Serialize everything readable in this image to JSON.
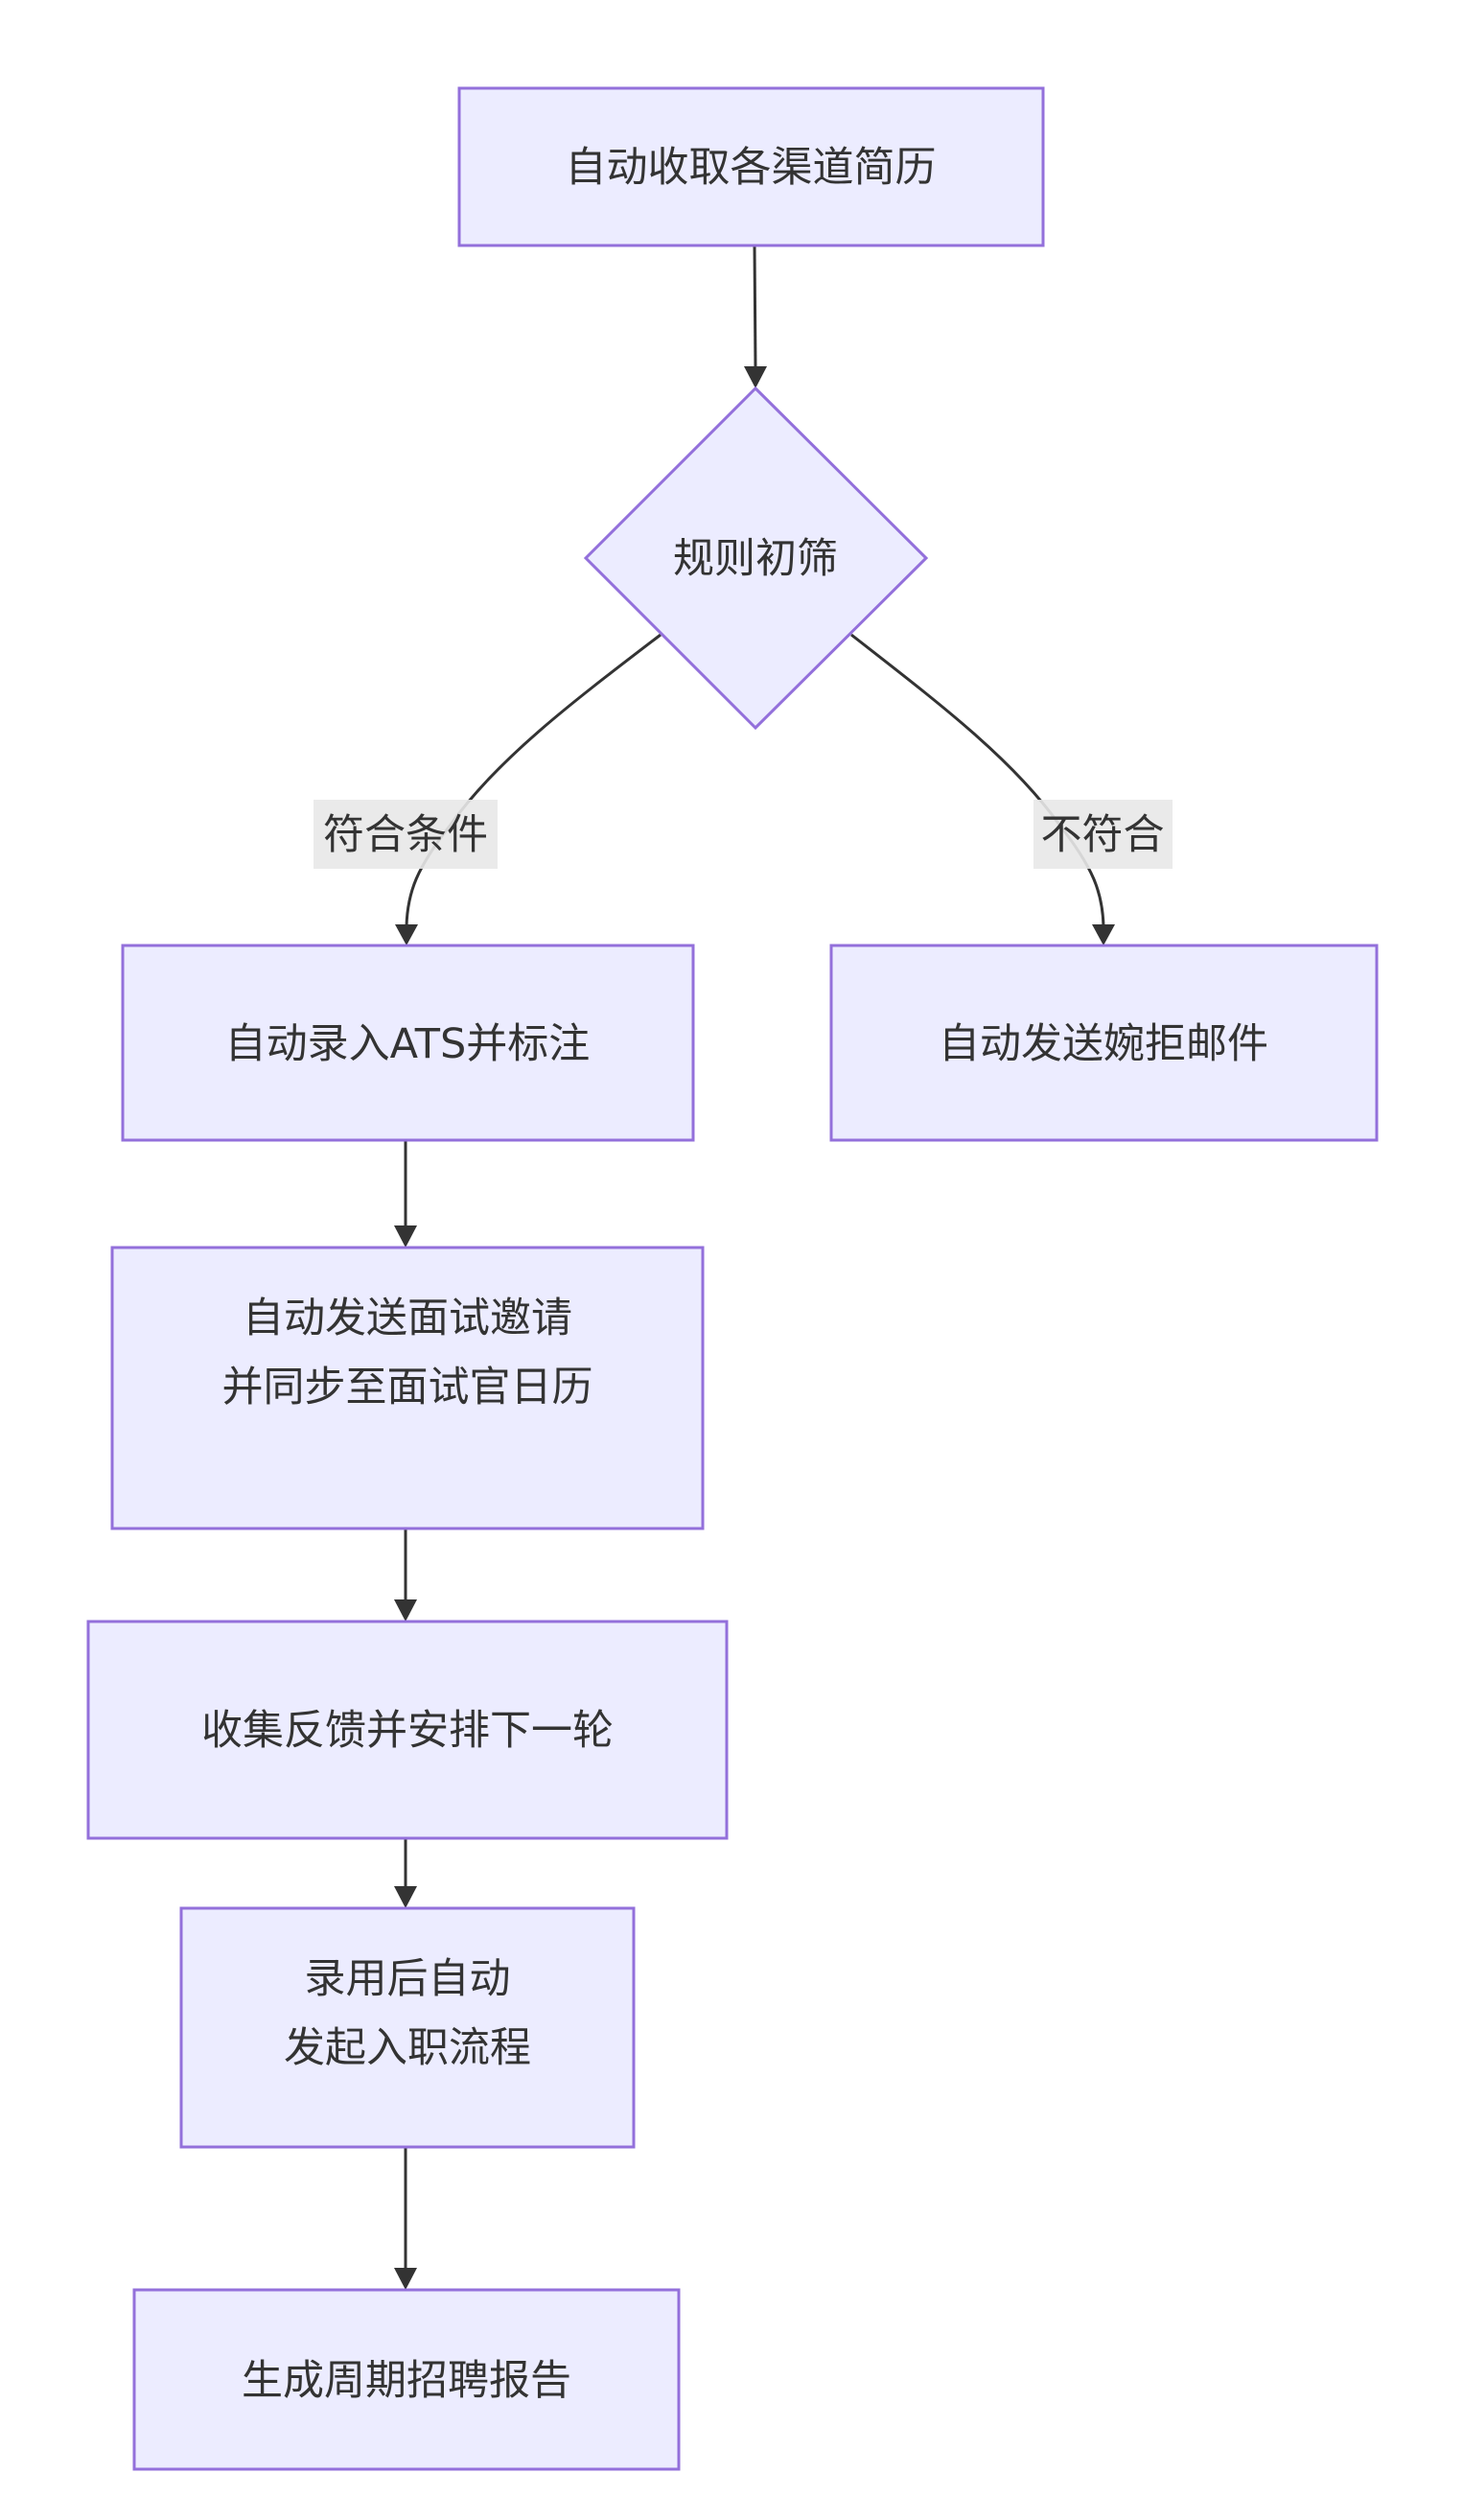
{
  "diagram": {
    "type": "flowchart",
    "direction": "top-down",
    "colors": {
      "node_fill": "#ECECFF",
      "node_stroke": "#9370DB",
      "text": "#333333",
      "edge": "#333333",
      "edge_label_bg": "#e8e8e8"
    },
    "nodes": [
      {
        "id": "collect",
        "shape": "rect",
        "lines": [
          "自动收取各渠道简历"
        ]
      },
      {
        "id": "screen",
        "shape": "diamond",
        "lines": [
          "规则初筛"
        ]
      },
      {
        "id": "ats",
        "shape": "rect",
        "lines": [
          "自动录入ATS并标注"
        ]
      },
      {
        "id": "reject",
        "shape": "rect",
        "lines": [
          "自动发送婉拒邮件"
        ]
      },
      {
        "id": "invite",
        "shape": "rect",
        "lines": [
          "自动发送面试邀请",
          "并同步至面试官日历"
        ]
      },
      {
        "id": "feedback",
        "shape": "rect",
        "lines": [
          "收集反馈并安排下一轮"
        ]
      },
      {
        "id": "onboard",
        "shape": "rect",
        "lines": [
          "录用后自动",
          "发起入职流程"
        ]
      },
      {
        "id": "report",
        "shape": "rect",
        "lines": [
          "生成周期招聘报告"
        ]
      }
    ],
    "edges": [
      {
        "from": "collect",
        "to": "screen",
        "label": ""
      },
      {
        "from": "screen",
        "to": "ats",
        "label": "符合条件"
      },
      {
        "from": "screen",
        "to": "reject",
        "label": "不符合"
      },
      {
        "from": "ats",
        "to": "invite",
        "label": ""
      },
      {
        "from": "invite",
        "to": "feedback",
        "label": ""
      },
      {
        "from": "feedback",
        "to": "onboard",
        "label": ""
      },
      {
        "from": "onboard",
        "to": "report",
        "label": ""
      }
    ]
  }
}
